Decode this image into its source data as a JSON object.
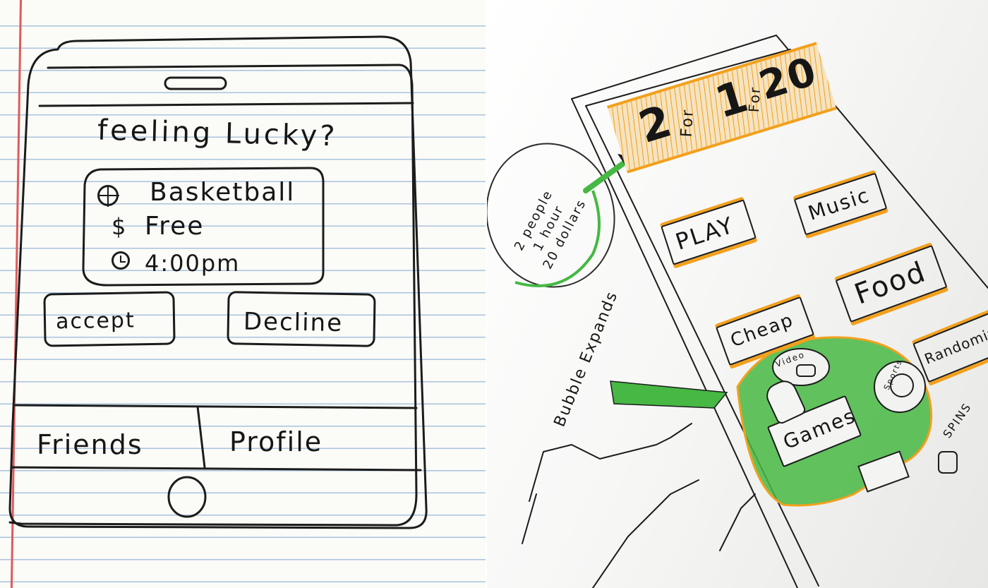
{
  "left_sketch": {
    "question": "feeling Lucky?",
    "event": {
      "activity": "Basketball",
      "price": "Free",
      "time": "4:00pm"
    },
    "buttons": {
      "accept": "accept",
      "decline": "Decline"
    },
    "tabs": {
      "friends": "Friends",
      "profile": "Profile"
    },
    "icons": [
      "basketball-icon",
      "dollar-icon",
      "clock-icon",
      "home-button-icon"
    ]
  },
  "right_sketch": {
    "banner": {
      "n1": "2",
      "for1": "For",
      "n2": "1",
      "for2": "For",
      "n3": "20"
    },
    "bubble_note": {
      "line1": "2 people",
      "line2": "1 hour",
      "line3": "20 dollars"
    },
    "tiles": {
      "play": "PLAY",
      "music": "Music",
      "food": "Food",
      "cheap": "Cheap",
      "randomize": "Randomize"
    },
    "games_bubble": {
      "label": "Games",
      "video": "Video",
      "sports": "Sports"
    },
    "annotations": {
      "bubble_expands": "Bubble Expands",
      "spins": "SPINS"
    },
    "colors": {
      "highlight": "#f2a01d",
      "bubble_green": "#46b843"
    }
  }
}
